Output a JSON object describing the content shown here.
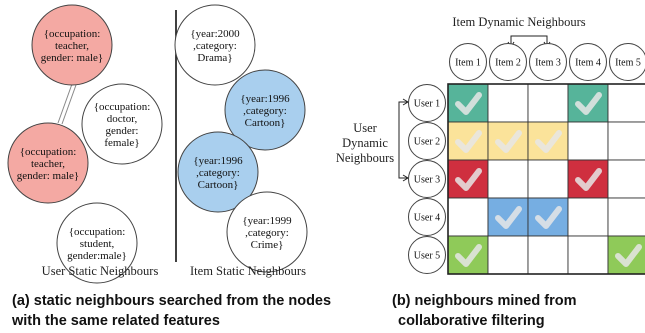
{
  "colors": {
    "node_pink": "#f4a9a3",
    "node_blue": "#a9cfee",
    "cell_teal": "#56b49a",
    "cell_yellow": "#fbe39a",
    "cell_red": "#cf2f3f",
    "cell_blue": "#76aee2",
    "cell_green": "#8fca59",
    "check": "#e6e6e6"
  },
  "left_panel": {
    "user_nodes": [
      {
        "lines": [
          "{occupation:",
          "teacher,",
          "gender: male}"
        ],
        "fill": "pink"
      },
      {
        "lines": [
          "{occupation:",
          "doctor,",
          "gender:",
          "female}"
        ],
        "fill": "white"
      },
      {
        "lines": [
          "{occupation:",
          "teacher,",
          "gender: male}"
        ],
        "fill": "pink"
      },
      {
        "lines": [
          "{occupation:",
          "student,",
          "gender:male}"
        ],
        "fill": "white"
      }
    ],
    "item_nodes": [
      {
        "lines": [
          "{year:2000",
          ",category:",
          "Drama}"
        ],
        "fill": "white"
      },
      {
        "lines": [
          "{year:1996",
          ",category:",
          "Cartoon}"
        ],
        "fill": "blue"
      },
      {
        "lines": [
          "{year:1996",
          ",category:",
          "Cartoon}"
        ],
        "fill": "blue"
      },
      {
        "lines": [
          "{year:1999",
          ",category:",
          "Crime}"
        ],
        "fill": "white"
      }
    ],
    "user_label": "User Static Neighbours",
    "item_label": "Item Static Neighbours",
    "caption_lines": [
      "(a) static neighbours searched from the nodes",
      "with the same related features"
    ]
  },
  "right_panel": {
    "top_label": "Item Dynamic Neighbours",
    "side_label_lines": [
      "User",
      "Dynamic",
      "Neighbours"
    ],
    "items": [
      "Item 1",
      "Item 2",
      "Item 3",
      "Item 4",
      "Item 5"
    ],
    "users": [
      "User 1",
      "User 2",
      "User 3",
      "User 4",
      "User 5"
    ],
    "checked_cells": [
      {
        "user": 1,
        "item": 1,
        "color": "teal"
      },
      {
        "user": 1,
        "item": 4,
        "color": "teal"
      },
      {
        "user": 2,
        "item": 1,
        "color": "yellow"
      },
      {
        "user": 2,
        "item": 2,
        "color": "yellow"
      },
      {
        "user": 2,
        "item": 3,
        "color": "yellow"
      },
      {
        "user": 3,
        "item": 1,
        "color": "red"
      },
      {
        "user": 3,
        "item": 4,
        "color": "red"
      },
      {
        "user": 4,
        "item": 2,
        "color": "blue"
      },
      {
        "user": 4,
        "item": 3,
        "color": "blue"
      },
      {
        "user": 5,
        "item": 1,
        "color": "green"
      },
      {
        "user": 5,
        "item": 5,
        "color": "green"
      }
    ],
    "caption_lines": [
      "(b) neighbours mined from",
      "collaborative filtering"
    ]
  }
}
